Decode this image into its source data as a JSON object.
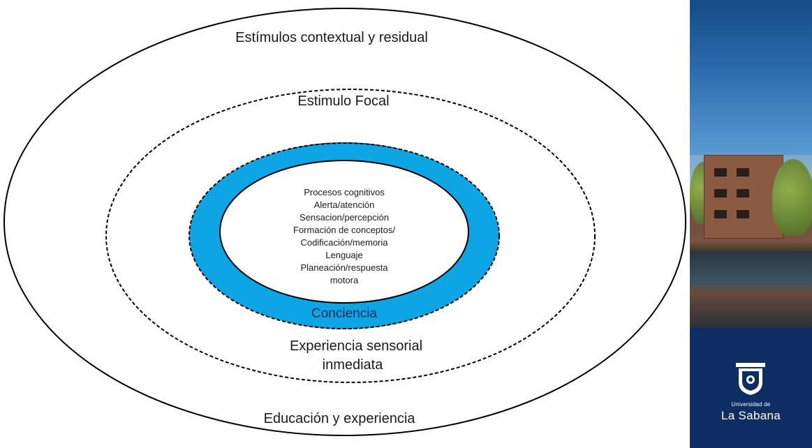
{
  "diagram": {
    "outer_top_label": "Estímulos contextual  y residual",
    "outer_bottom_label": "Educación y experiencia",
    "focal_label": "Estimulo Focal",
    "sensory_label_line1": "Experiencia sensorial",
    "sensory_label_line2": "inmediata",
    "awareness_label": "Conciencia",
    "core_lines": [
      "Procesos cognitivos",
      "Alerta/atención",
      "Sensacion/percepción",
      "Formación de conceptos/",
      "Codificación/memoria",
      "Lenguaje",
      "Planeación/respuesta",
      "motora"
    ]
  },
  "colors": {
    "ring_blue": "#0ea5e4",
    "navy": "#0e2d63",
    "stroke": "#000000"
  },
  "branding": {
    "logo_small_text": "Universidad de",
    "logo_big_text": "La Sabana",
    "crest_icon": "shield-crest-icon"
  }
}
